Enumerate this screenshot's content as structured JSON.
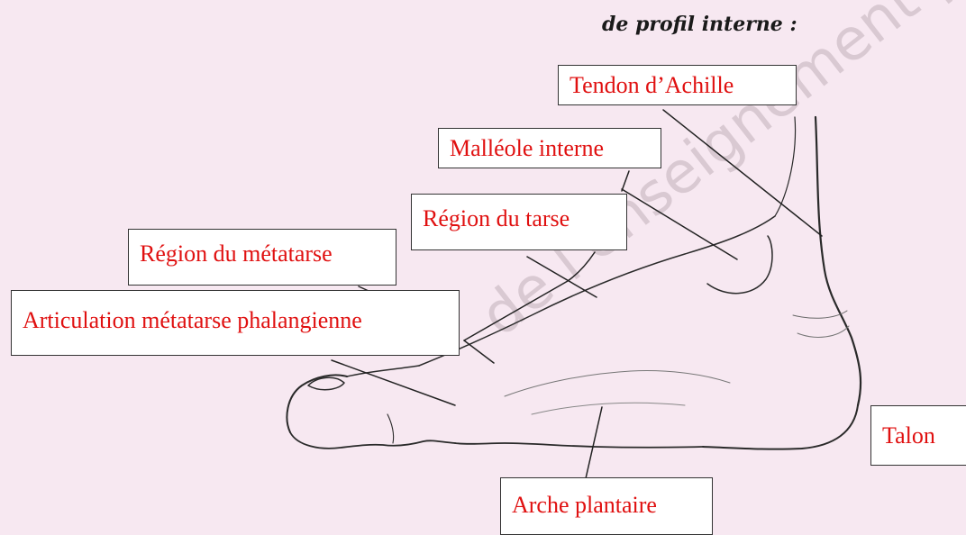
{
  "heading": "de profil interne :",
  "labels": {
    "tendon": "Tendon d’Achille",
    "malleole": "Malléole interne",
    "tarse": "Région du tarse",
    "metatarse": "Région du métatarse",
    "articulation": "Articulation métatarse phalangienne",
    "talon": "Talon",
    "arche": "Arche plantaire"
  },
  "watermark": "de l'enseignement prof",
  "colors": {
    "label_text": "#e01010",
    "background": "#f7e8f1"
  }
}
